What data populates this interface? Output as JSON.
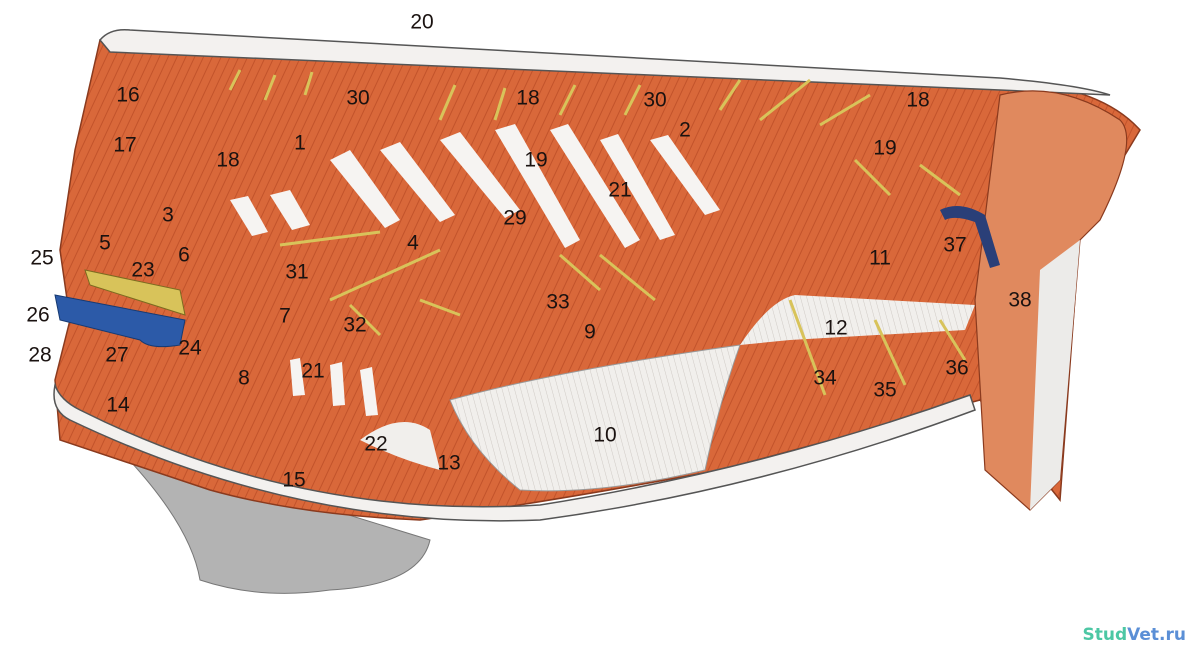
{
  "labels": [
    "20",
    "16",
    "30",
    "18",
    "30",
    "18",
    "1",
    "2",
    "19",
    "17",
    "18",
    "19",
    "21",
    "3",
    "29",
    "25",
    "5",
    "23",
    "6",
    "31",
    "4",
    "33",
    "11",
    "37",
    "26",
    "7",
    "32",
    "9",
    "12",
    "38",
    "28",
    "27",
    "24",
    "21",
    "8",
    "34",
    "35",
    "36",
    "14",
    "22",
    "10",
    "13",
    "15"
  ],
  "watermark": {
    "part1": "Stud",
    "part2": "Vet.ru"
  },
  "colors": {
    "muscle": "#d9683a",
    "muscle_dark": "#b84a26",
    "tendon": "#eeeae6",
    "nerve": "#d8c35a",
    "vein": "#2c5aa8",
    "bone_grey": "#a9a9a9"
  }
}
